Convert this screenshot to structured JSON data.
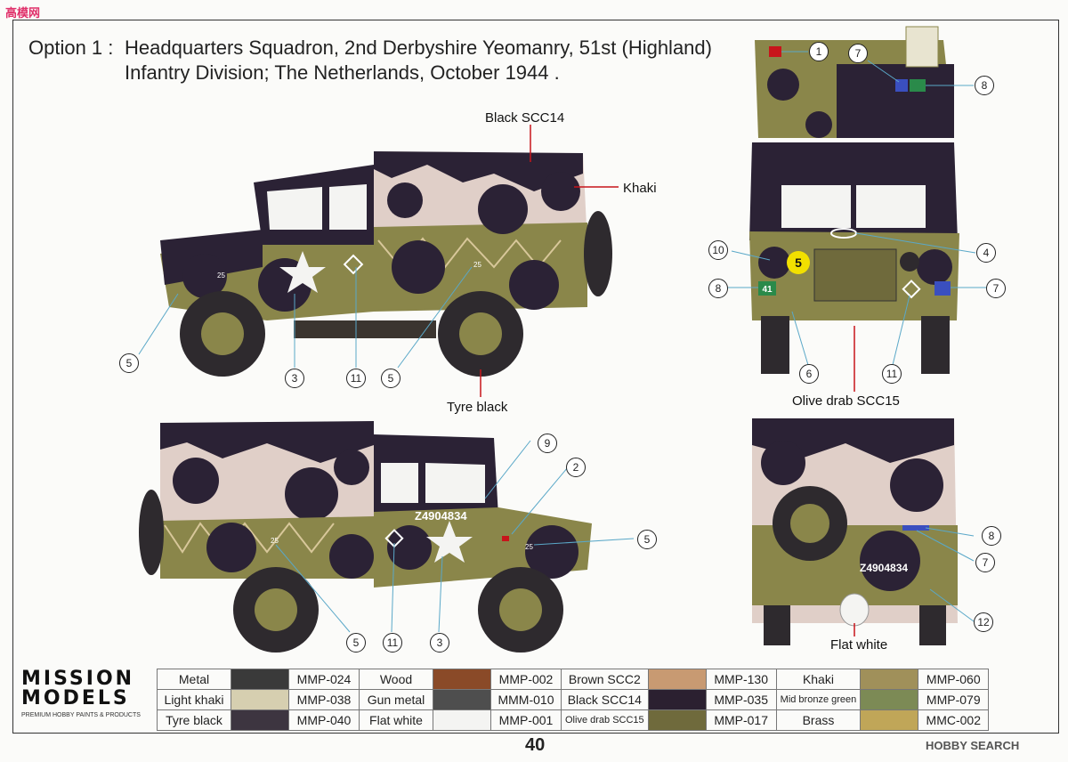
{
  "watermark": {
    "text": "高模网",
    "url": "gao-shou.com"
  },
  "title": {
    "option": "Option 1 :",
    "line1": "Headquarters Squadron, 2nd Derbyshire Yeomanry, 51st (Highland)",
    "line2": "Infantry Division; The Netherlands, October 1944 ."
  },
  "labels": {
    "black": "Black SCC14",
    "khaki": "Khaki",
    "tyre": "Tyre black",
    "olive": "Olive drab SCC15",
    "white": "Flat white"
  },
  "markings": {
    "serial": "Z4904834",
    "number": "25",
    "bridge": "5",
    "unit": "41"
  },
  "callouts": {
    "c1": "1",
    "c2": "2",
    "c3": "3",
    "c4": "4",
    "c5": "5",
    "c6": "6",
    "c7": "7",
    "c8": "8",
    "c9": "9",
    "c10": "10",
    "c11": "11",
    "c12": "12"
  },
  "brand": {
    "line1": "MISSION",
    "line2": "MODELS",
    "tagline": "PREMIUM HOBBY PAINTS & PRODUCTS"
  },
  "palette": [
    {
      "n1": "Metal",
      "c1": "#3a3a3a",
      "k1": "MMP-024",
      "n2": "Wood",
      "c2": "#8a4a28",
      "k2": "MMP-002",
      "n3": "Brown  SCC2",
      "c3": "#c89a72",
      "k3": "MMP-130",
      "n4": "Khaki",
      "c4": "#a0905a",
      "k4": "MMP-060"
    },
    {
      "n1": "Light khaki",
      "c1": "#d6cfb0",
      "k1": "MMP-038",
      "n2": "Gun metal",
      "c2": "#4e4e4e",
      "k2": "MMM-010",
      "n3": "Black SCC14",
      "c3": "#2b2030",
      "k3": "MMP-035",
      "n4": "Mid bronze green",
      "c4": "#7c8a55",
      "k4": "MMP-079"
    },
    {
      "n1": "Tyre black",
      "c1": "#3d3540",
      "k1": "MMP-040",
      "n2": "Flat white",
      "c2": "#f4f4f2",
      "k2": "MMP-001",
      "n3": "Olive drab SCC15",
      "c3": "#6f6a3c",
      "k3": "MMP-017",
      "n4": "Brass",
      "c4": "#c0a658",
      "k4": "MMC-002"
    }
  ],
  "page_number": "40",
  "source": "HOBBY SEARCH"
}
